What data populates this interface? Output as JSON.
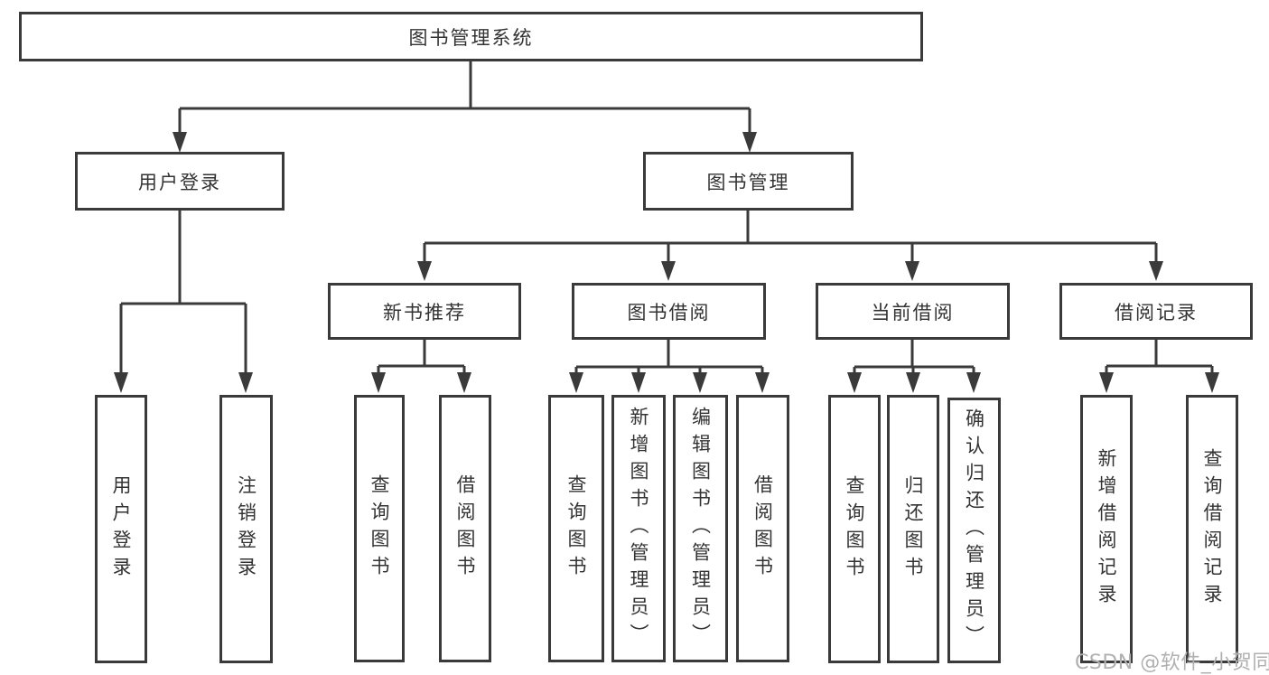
{
  "diagram": {
    "title": "图书管理系统",
    "branches": [
      {
        "label": "用户登录",
        "children": [
          {
            "label": "用户登录"
          },
          {
            "label": "注销登录"
          }
        ]
      },
      {
        "label": "图书管理",
        "children": [
          {
            "label": "新书推荐",
            "children": [
              {
                "label": "查询图书"
              },
              {
                "label": "借阅图书"
              }
            ]
          },
          {
            "label": "图书借阅",
            "children": [
              {
                "label": "查询图书"
              },
              {
                "label": "新增图书（管理员）"
              },
              {
                "label": "编辑图书（管理员）"
              },
              {
                "label": "借阅图书"
              }
            ]
          },
          {
            "label": "当前借阅",
            "children": [
              {
                "label": "查询图书"
              },
              {
                "label": "归还图书"
              },
              {
                "label": "确认归还（管理员）"
              }
            ]
          },
          {
            "label": "借阅记录",
            "children": [
              {
                "label": "新增借阅记录"
              },
              {
                "label": "查询借阅记录"
              }
            ]
          }
        ]
      }
    ]
  },
  "watermark": "CSDN @软件_小贺同学",
  "colors": {
    "line": "#3a3a3a",
    "text": "#333333",
    "background": "#ffffff",
    "watermark": "#b0b0b0"
  }
}
